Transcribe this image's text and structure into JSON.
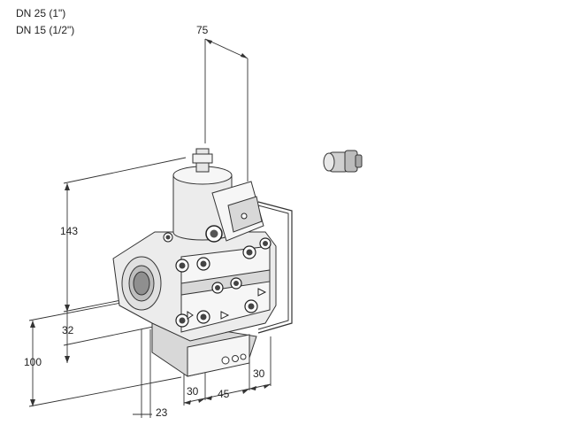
{
  "header": {
    "line1": "DN 25 (1\")",
    "line2": "DN 15 (1/2\")"
  },
  "dimensions": {
    "top_width": "75",
    "height_upper": "143",
    "height_lower": "32",
    "height_total": "100",
    "depth": "23",
    "bottom_1": "30",
    "bottom_2": "45",
    "bottom_3": "30"
  },
  "parts": {
    "valve": "valve-body",
    "gland": "cable-gland"
  }
}
